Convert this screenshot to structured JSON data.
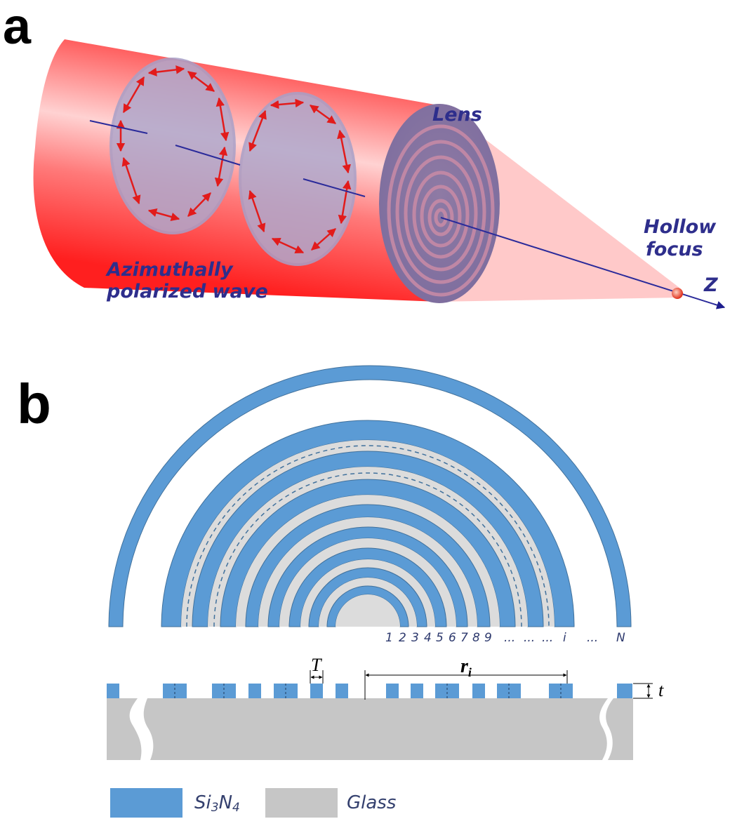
{
  "panel_a": {
    "letter": "a",
    "label_lens": "Lens",
    "label_hollow_line1": "Hollow",
    "label_hollow_line2": "focus",
    "label_axis": "Z",
    "label_wave_line1": "Azimuthally",
    "label_wave_line2": "polarized wave"
  },
  "panel_b": {
    "letter": "b",
    "ring_numbers": [
      "1",
      "2",
      "3",
      "4",
      "5",
      "6",
      "7",
      "8",
      "9",
      "...",
      "...",
      "...",
      "i",
      "...",
      "N"
    ],
    "label_period": "T",
    "label_radius": "r",
    "label_radius_sub": "i",
    "label_thickness": "t",
    "legend": [
      {
        "name": "Si",
        "sub1": "3",
        "mid": "N",
        "sub2": "4",
        "color": "#5b9bd5"
      },
      {
        "name": "Glass",
        "color": "#c6c6c6"
      }
    ]
  },
  "colors": {
    "si3n4": "#5b9bd5",
    "glass": "#c6c6c6",
    "beam": "#ff3b3b",
    "axis": "#2a2a9a",
    "label": "#2e2e8c"
  }
}
